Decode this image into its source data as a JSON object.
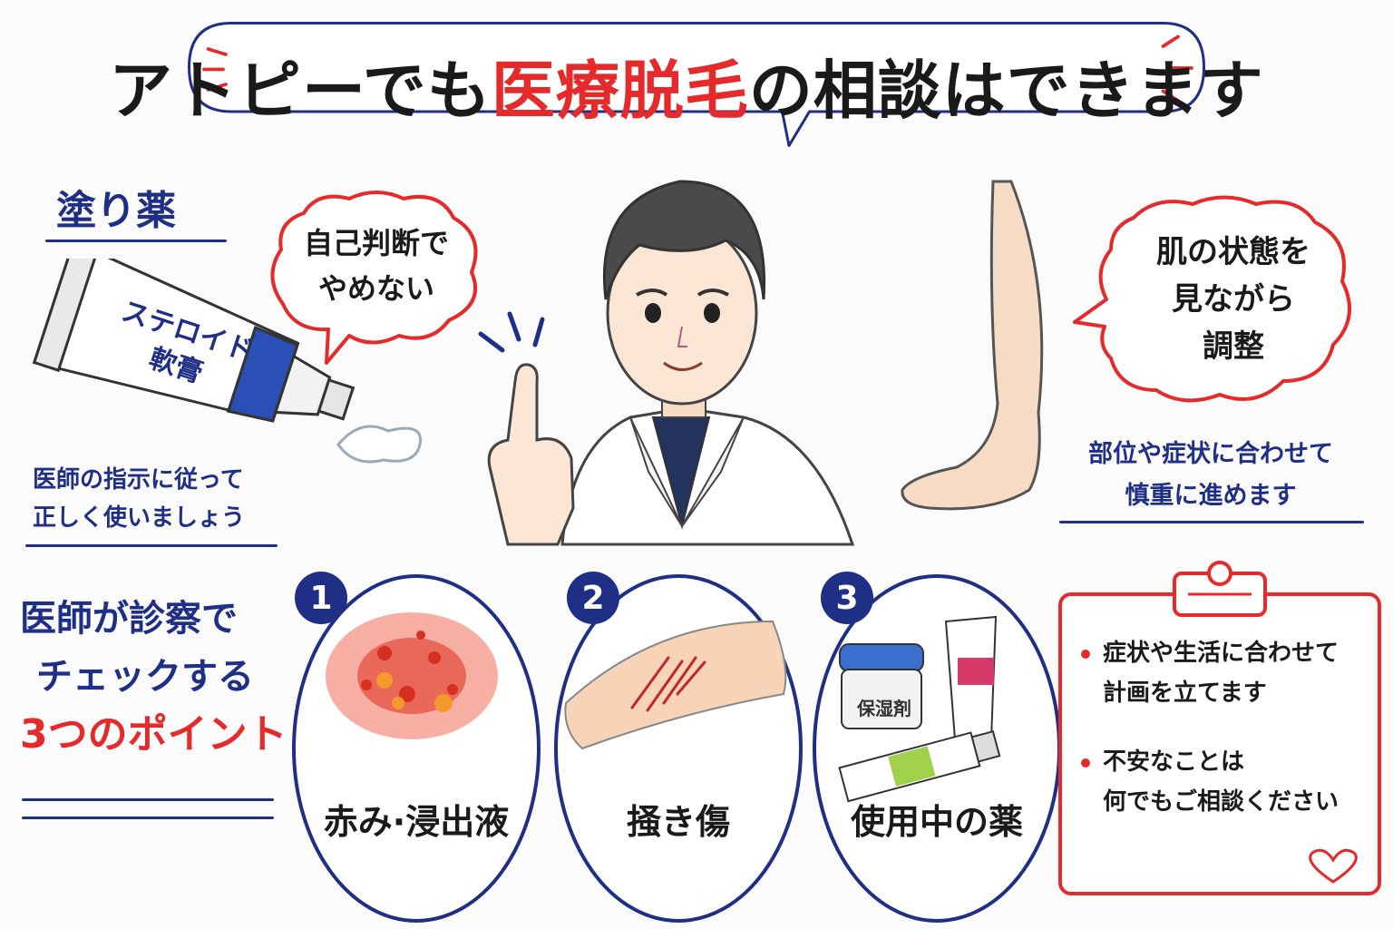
{
  "header": {
    "title_part1": "アトピーでも",
    "title_highlight": "医療脱毛",
    "title_part2": "の相談はできます"
  },
  "ointment": {
    "heading": "塗り薬",
    "tube_label_line1": "ステロイド",
    "tube_label_line2": "軟膏",
    "caption_line1": "医師の指示に従って",
    "caption_line2": "正しく使いましょう"
  },
  "doctor_bubble": {
    "line1": "自己判断で",
    "line2": "やめない"
  },
  "skin_bubble": {
    "line1": "肌の状態を",
    "line2": "見ながら",
    "line3": "調整"
  },
  "leg_caption": {
    "line1": "部位や症状に合わせて",
    "line2": "慎重に進めます"
  },
  "checkpoints": {
    "heading_line1": "医師が診察で",
    "heading_line2": "チェックする",
    "heading_line3": "3つのポイント",
    "items": [
      {
        "number": "1",
        "label": "赤み·浸出液"
      },
      {
        "number": "2",
        "label": "掻き傷"
      },
      {
        "number": "3",
        "label": "使用中の薬"
      }
    ],
    "moisturizer_label": "保湿剤"
  },
  "clipboard": {
    "item1_line1": "症状や生活に合わせて",
    "item1_line2": "計画を立てます",
    "item2_line1": "不安なことは",
    "item2_line2": "何でもご相談ください"
  },
  "colors": {
    "navy": "#1f2f86",
    "red": "#e42a2a",
    "skin": "#f7dcc5"
  }
}
